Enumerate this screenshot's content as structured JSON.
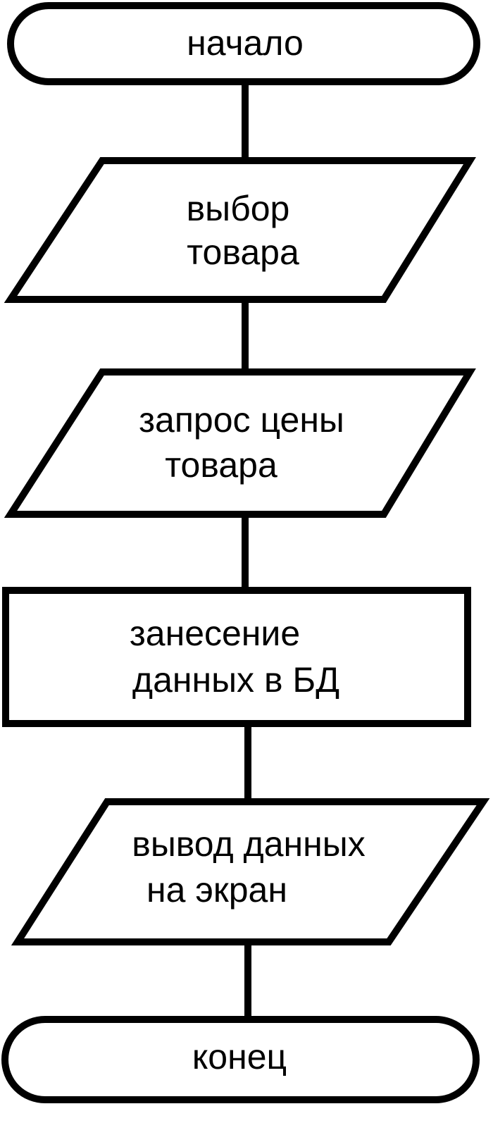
{
  "flowchart": {
    "start": {
      "label": "начало"
    },
    "select_product": {
      "line1": "выбор",
      "line2": "товара"
    },
    "price_request": {
      "line1": "запрос цены",
      "line2": "товара"
    },
    "store_data": {
      "line1": "занесение",
      "line2": "данных в БД"
    },
    "output_data": {
      "line1": "вывод данных",
      "line2": "на экран"
    },
    "end": {
      "label": "конец"
    }
  },
  "colors": {
    "stroke": "#000000",
    "fill": "#ffffff",
    "text": "#000000"
  }
}
